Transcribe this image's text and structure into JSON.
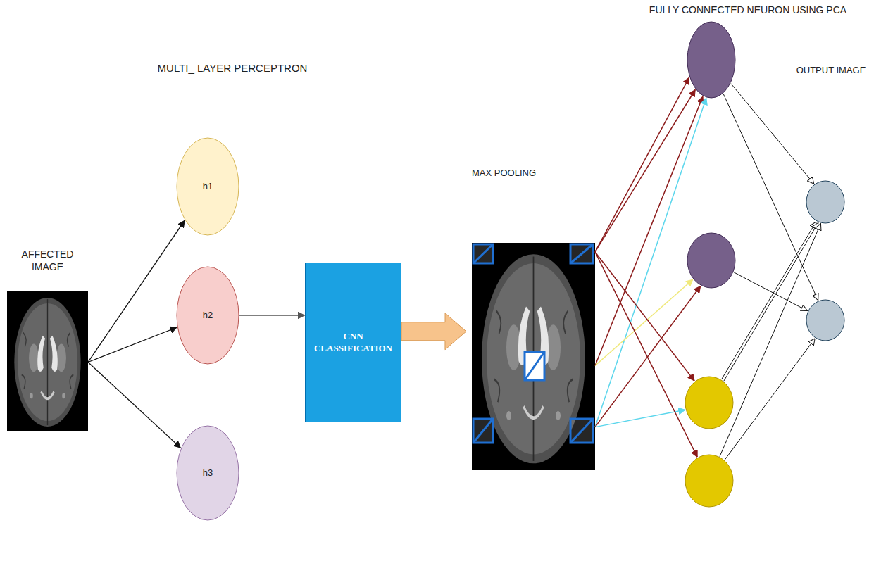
{
  "diagram": {
    "nodes": [
      {
        "text": [
          "AFFECTED IMAGE"
        ]
      },
      {
        "text": [
          "h1"
        ]
      },
      {
        "text": [
          "h2"
        ]
      },
      {
        "text": [
          "h3"
        ]
      },
      {
        "text": [
          "CNN CLASSIFICATION"
        ]
      },
      {
        "text": [
          "MAX POOLING"
        ]
      },
      {
        "text": []
      },
      {
        "text": []
      },
      {
        "text": []
      },
      {
        "text": []
      },
      {
        "text": []
      },
      {
        "text": []
      }
    ],
    "edges": [
      {
        "from": 0,
        "to": 1,
        "arrow": "to"
      },
      {
        "from": 0,
        "to": 2,
        "arrow": "to"
      },
      {
        "from": 0,
        "to": 3,
        "arrow": "to"
      },
      {
        "from": 2,
        "to": 4,
        "arrow": "to"
      },
      {
        "from": 4,
        "to": 5,
        "arrow": "to"
      },
      {
        "from": 5,
        "to": 6,
        "arrow": "to"
      },
      {
        "from": 5,
        "to": 6,
        "arrow": "to"
      },
      {
        "from": 5,
        "to": 6,
        "arrow": "to"
      },
      {
        "from": 5,
        "to": 6,
        "arrow": "to"
      },
      {
        "from": 5,
        "to": 7,
        "arrow": "to"
      },
      {
        "from": 5,
        "to": 7,
        "arrow": "to"
      },
      {
        "from": 5,
        "to": 8,
        "arrow": "to"
      },
      {
        "from": 5,
        "to": 8,
        "arrow": "to"
      },
      {
        "from": 5,
        "to": 9,
        "arrow": "to"
      },
      {
        "from": 6,
        "to": 10,
        "arrow": "to"
      },
      {
        "from": 6,
        "to": 11,
        "arrow": "to"
      },
      {
        "from": 7,
        "to": 11,
        "arrow": "to"
      },
      {
        "from": 8,
        "to": 10,
        "arrow": "to"
      },
      {
        "from": 8,
        "to": 10,
        "arrow": "to"
      },
      {
        "from": 9,
        "to": 10,
        "arrow": "to"
      },
      {
        "from": 9,
        "to": 11,
        "arrow": "to"
      }
    ],
    "labels": [
      "MULTI_ LAYER PERCEPTRON",
      "FULLY CONNECTED NEURON USING PCA",
      "OUTPUT IMAGE"
    ]
  }
}
